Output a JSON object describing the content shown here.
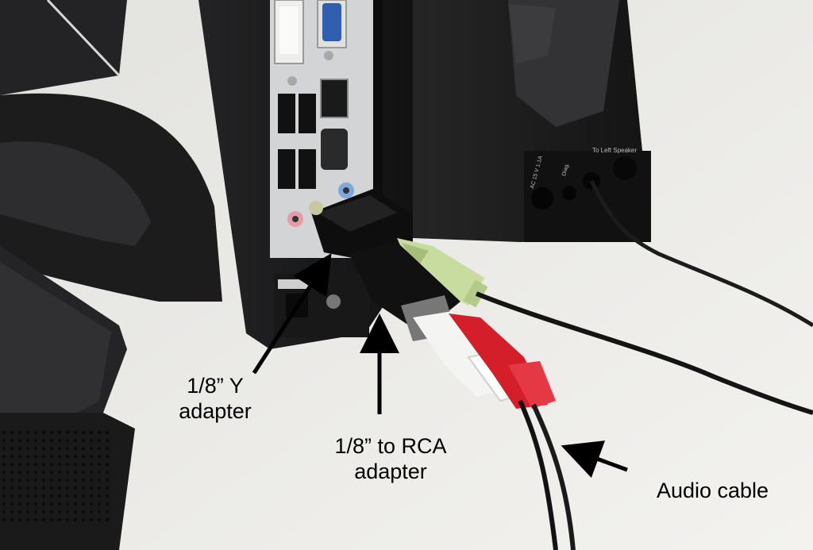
{
  "labels": {
    "y_adapter": {
      "line1": "1/8” Y",
      "line2": "adapter"
    },
    "rca_adapter": {
      "line1": "1/8” to RCA",
      "line2": "adapter"
    },
    "audio_cable": "Audio cable"
  },
  "speaker_panel": {
    "power_text": "AC 15 V 1.1A",
    "diag_text": "Diag.",
    "to_left_speaker_text": "To Left Speaker"
  },
  "colors": {
    "background": "#ecebe7",
    "pc_body": "#1b1b1c",
    "io_panel": "#d3d4d6",
    "green_plug": "#c8dca0",
    "rca_red": "#d41f2b",
    "rca_white": "#f4f4f2",
    "pink_jack": "#e59aa7",
    "blue_jack": "#7ea7db",
    "vga_blue": "#2f5fae"
  }
}
